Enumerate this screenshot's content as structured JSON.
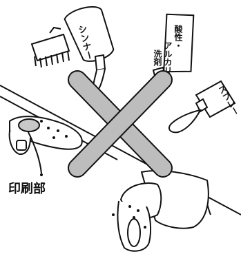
{
  "labels": {
    "print_area": "印刷部",
    "thinner": "シンナー",
    "acid_alkali_detergent_1": "酸性・",
    "acid_alkali_detergent_2": "アルカリ性",
    "acid_alkali_detergent_3": "洗剤",
    "spray": "スプレー"
  },
  "colors": {
    "prohibit_x": "#bdbdbd",
    "line": "#111111"
  }
}
